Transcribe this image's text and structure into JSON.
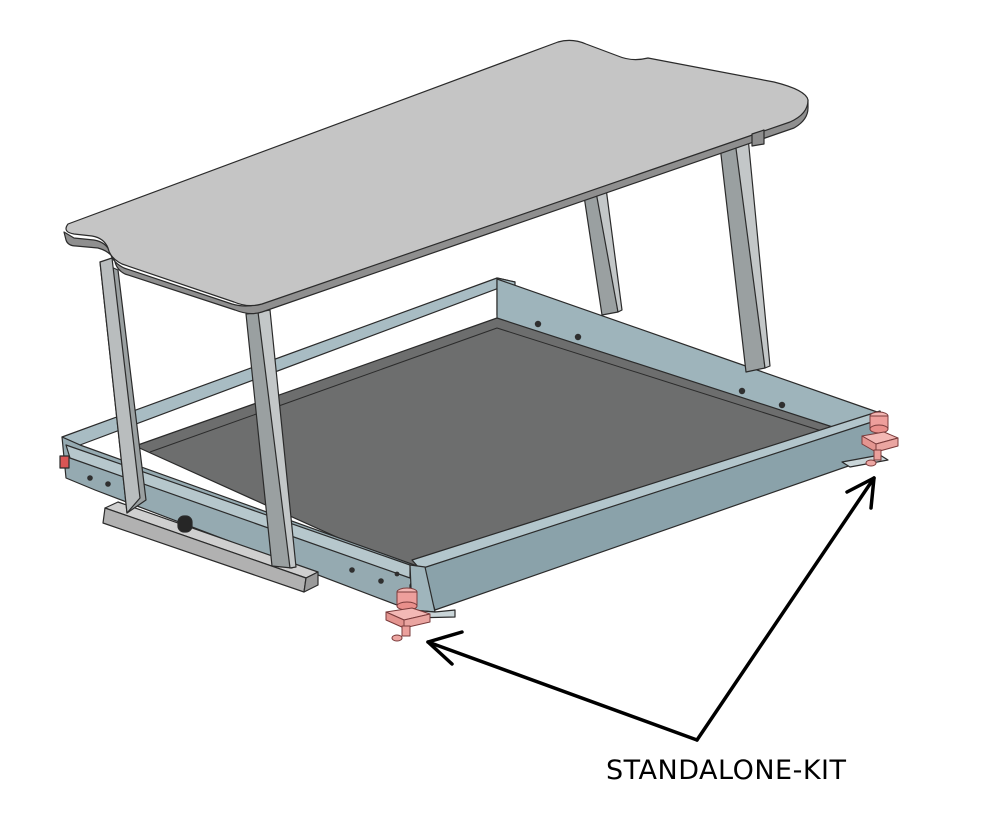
{
  "callout": {
    "label": "STANDALONE-KIT",
    "arrow_color": "#000000"
  },
  "colors": {
    "background": "#ffffff",
    "tabletop": "#c4c4c4",
    "legs": "#9da2a3",
    "tray_floor": "#6a6b6b",
    "tray_walls": "#9ab3bc",
    "base_block": "#b4b4b4",
    "kit_parts": "#eaa19e",
    "outline": "#2b2b2b"
  },
  "icons": [
    "table-drawing",
    "standalone-kit-part",
    "callout-arrow"
  ]
}
